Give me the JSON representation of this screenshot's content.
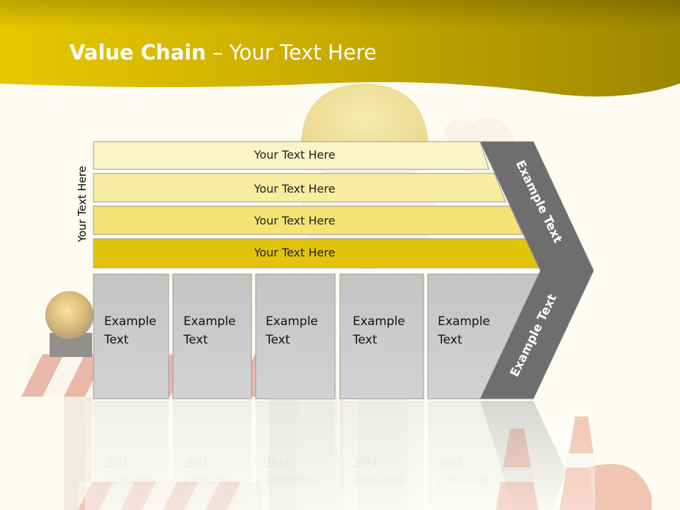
{
  "slide": {
    "title_bold": "Value Chain",
    "title_rest": " – Your Text Here",
    "side_label": "Your Text Here"
  },
  "bands": [
    {
      "label": "Your Text Here",
      "color": "#fbf4c8"
    },
    {
      "label": "Your Text Here",
      "color": "#f8eca0"
    },
    {
      "label": "Your Text Here",
      "color": "#f4e374"
    },
    {
      "label": "Your Text Here",
      "color": "#e2c40c"
    }
  ],
  "columns": [
    {
      "line1": "Example",
      "line2": "Text"
    },
    {
      "line1": "Example",
      "line2": "Text"
    },
    {
      "line1": "Example",
      "line2": "Text"
    },
    {
      "line1": "Example",
      "line2": "Text"
    },
    {
      "line1": "Example",
      "line2": "Text"
    }
  ],
  "chevron": {
    "upper_label": "Example Text",
    "lower_label": "Example Text"
  },
  "colors": {
    "header_yellow": "#e3c300",
    "header_dark": "#a89200",
    "column_fill": "#c8c8c8",
    "chevron_fill": "#6b6b6b"
  }
}
